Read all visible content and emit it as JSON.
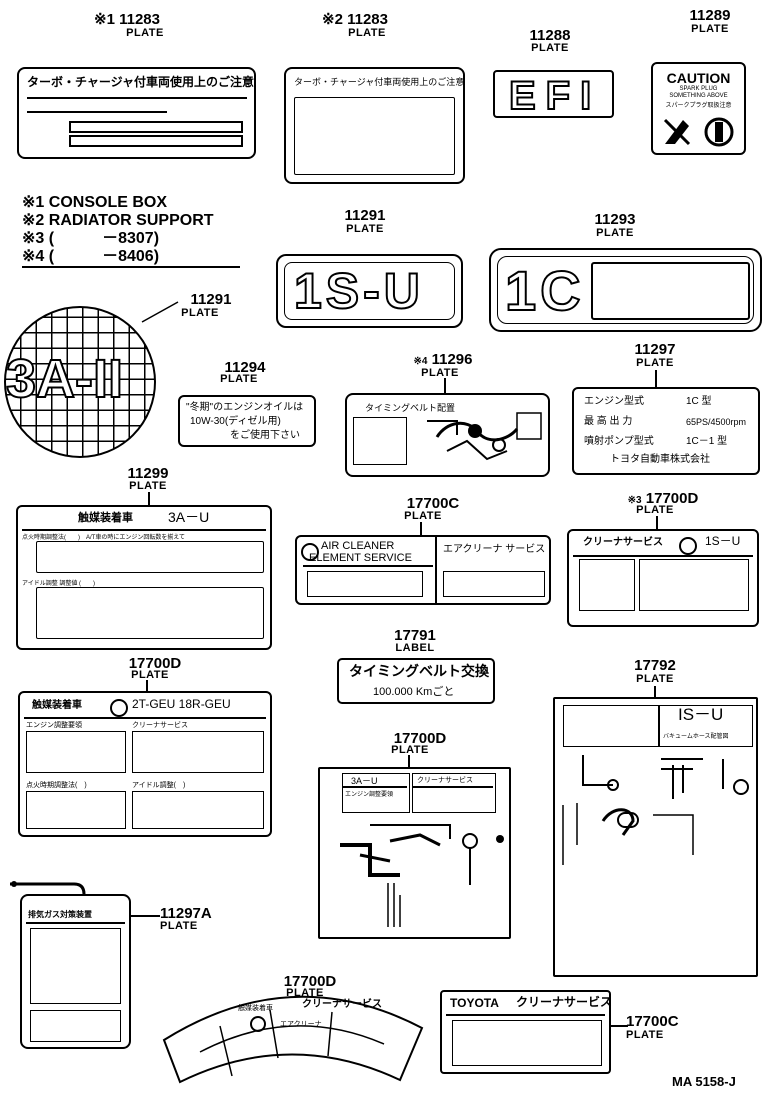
{
  "parts": {
    "p1": {
      "prefix": "※1",
      "num": "11283",
      "sub": "PLATE",
      "title": "ターボ・チャージャ付車両使用上のご注意"
    },
    "p2": {
      "prefix": "※2",
      "num": "11283",
      "sub": "PLATE",
      "title": "ターボ・チャージャ付車両使用上のご注意"
    },
    "p3": {
      "num": "11288",
      "sub": "PLATE",
      "big": "EFI"
    },
    "p4": {
      "num": "11289",
      "sub": "PLATE",
      "caution": "CAUTION",
      "l1": "SPARK PLUG",
      "l2": "SOMETHING ABOVE",
      "l3": "スパークプラグ取扱注意"
    },
    "p5": {
      "num": "11291",
      "sub": "PLATE",
      "big": "1S-U"
    },
    "p6": {
      "num": "11293",
      "sub": "PLATE",
      "big": "1C"
    },
    "p7": {
      "num": "11291",
      "sub": "PLATE",
      "big": "3A-II"
    },
    "p8": {
      "num": "11294",
      "sub": "PLATE",
      "l1": "\"冬期\"のエンジンオイルは",
      "l2": "10W-30(ディゼル用)",
      "l3": "をご使用下さい"
    },
    "p9": {
      "prefix": "※4",
      "num": "11296",
      "sub": "PLATE",
      "title": "タイミングベルト配置"
    },
    "p10": {
      "num": "11297",
      "sub": "PLATE",
      "r1a": "エンジン型式",
      "r1b": "1C 型",
      "r2a": "最 高 出 力",
      "r2b": "65PS/4500rpm",
      "r3a": "噴射ポンプ型式",
      "r3b": "1C－1 型",
      "r4": "トヨタ自動車株式会社"
    },
    "p11": {
      "num": "11299",
      "sub": "PLATE",
      "hdr": "触媒装着車",
      "model": "3A－U",
      "r1": "点火時期調整法(　　)　A/T車の時にエンジン回転数を揃えて",
      "r2": "アイドル調整 調整値 (　　)"
    },
    "p12": {
      "num": "17700C",
      "sub": "PLATE",
      "en1": "AIR CLEANER",
      "en2": "ELEMENT SERVICE",
      "jp": "エアクリーナ サービス"
    },
    "p13": {
      "prefix": "※3",
      "num": "17700D",
      "sub": "PLATE",
      "jp": "クリーナサービス",
      "model": "1S－U"
    },
    "p14": {
      "num": "17791",
      "sub": "LABEL",
      "l1": "タイミングベルト交換",
      "l2": "100.000 Kmごと"
    },
    "p15": {
      "num": "17700D",
      "sub": "PLATE",
      "hdr": "触媒装着車",
      "model": "2T-GEU  18R-GEU",
      "c1": "エンジン調整要領",
      "c2": "クリーナサービス",
      "c3": "点火時期調整法(　)",
      "c4": "アイドル調整(　)"
    },
    "p16": {
      "num": "17700D",
      "sub": "PLATE",
      "h1": "3A－U",
      "h2": "クリーナサービス",
      "s1": "エンジン調整要領"
    },
    "p17": {
      "num": "17792",
      "sub": "PLATE",
      "model": "IS－U",
      "s1": "バキュームホース配管図"
    },
    "p18": {
      "num": "11297A",
      "sub": "PLATE",
      "hdr": "排気ガス対策装置"
    },
    "p19": {
      "num": "17700D",
      "sub": "PLATE",
      "t1": "触媒装着車",
      "t2": "クリーナサービス",
      "t3": "エアクリーナ"
    },
    "p20": {
      "num": "17700C",
      "sub": "PLATE",
      "brand": "TOYOTA",
      "jp": "クリーナサービス"
    }
  },
  "legend": [
    {
      "mark": "※1",
      "text": "CONSOLE BOX"
    },
    {
      "mark": "※2",
      "text": "RADIATOR SUPPORT"
    },
    {
      "mark": "※3",
      "text": "(　　　－8307)"
    },
    {
      "mark": "※4",
      "text": "(　　　－8406)"
    }
  ],
  "footer": "MA 5158-J"
}
